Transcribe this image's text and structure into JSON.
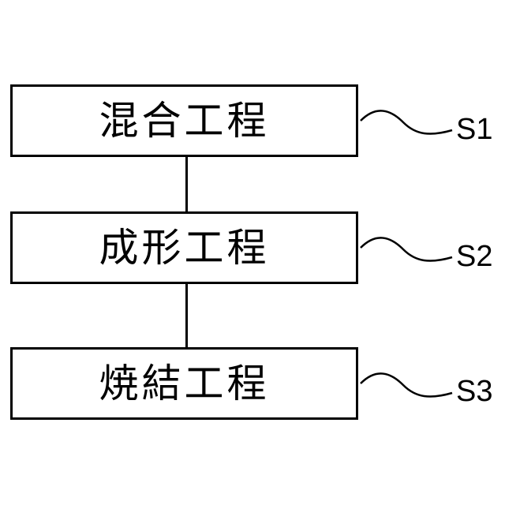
{
  "steps": [
    {
      "label": "混合工程",
      "code": "S1"
    },
    {
      "label": "成形工程",
      "code": "S2"
    },
    {
      "label": "焼結工程",
      "code": "S3"
    }
  ],
  "colors": {
    "line": "#000000",
    "background": "#ffffff"
  }
}
